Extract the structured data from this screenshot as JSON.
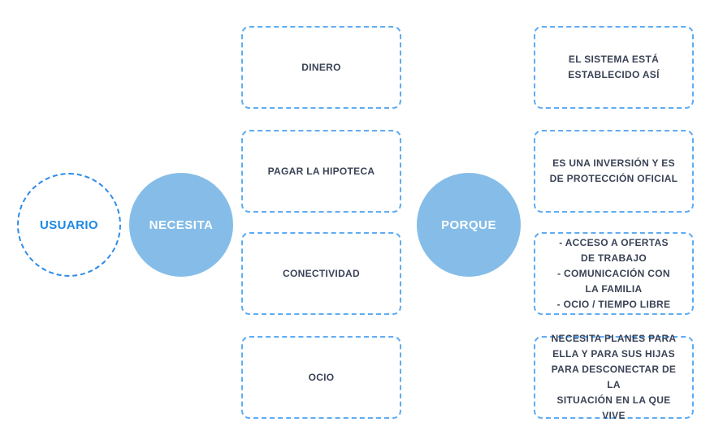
{
  "diagram": {
    "type": "user-needs-map",
    "colors": {
      "background": "#FFFFFF",
      "solid_circle_fill": "#85BDE8",
      "dashed_circle_border": "#2E8BE8",
      "box_dashed_border": "#5FACF3",
      "box_text": "#3A4356",
      "usuario_text": "#1E88E5",
      "circle_label_text": "#FFFFFF"
    },
    "usuario": {
      "label": "USUARIO"
    },
    "necesita": {
      "label": "NECESITA"
    },
    "porque": {
      "label": "PORQUE"
    },
    "needs": [
      "DINERO",
      "PAGAR LA HIPOTECA",
      "CONECTIVIDAD",
      "OCIO"
    ],
    "reasons": [
      "EL SISTEMA ESTÁ\nESTABLECIDO ASÍ",
      "ES UNA INVERSIÓN Y ES\nDE PROTECCIÓN OFICIAL",
      "- ACCESO A OFERTAS\nDE TRABAJO\n- COMUNICACIÓN CON\nLA FAMILIA\n- OCIO / TIEMPO LIBRE",
      "NECESITA PLANES PARA\nELLA Y PARA SUS HIJAS\nPARA DESCONECTAR DE LA\nSITUACIÓN EN LA QUE VIVE"
    ]
  }
}
